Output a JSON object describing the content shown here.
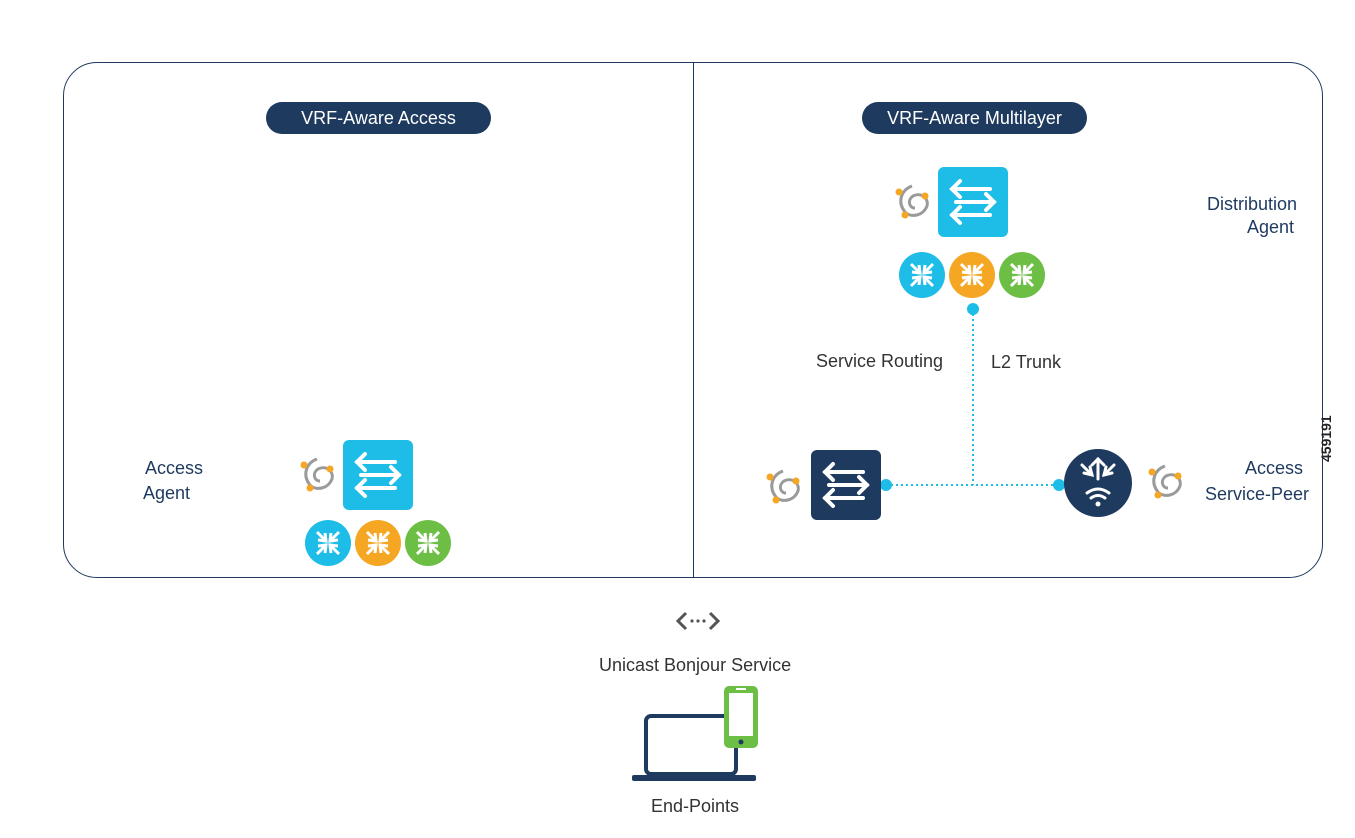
{
  "left_panel": {
    "title": "VRF-Aware Access",
    "agent_label_line1": "Access",
    "agent_label_line2": "Agent"
  },
  "right_panel": {
    "title": "VRF-Aware Multilayer",
    "distribution_label_line1": "Distribution",
    "distribution_label_line2": "Agent",
    "service_routing_label": "Service Routing",
    "l2_trunk_label": "L2 Trunk",
    "service_peer_label_line1": "Access",
    "service_peer_label_line2": "Service-Peer"
  },
  "bottom": {
    "unicast_label": "Unicast Bonjour Service",
    "endpoints_label": "End-Points"
  },
  "figure_id": "459191",
  "icons": {
    "switch": "layer3-switch-icon",
    "bonjour": "bonjour-agent-icon",
    "service_policy": "service-policy-circle-icon",
    "wireless_router": "wireless-router-icon",
    "endpoints": "laptop-and-phone-icon",
    "bidirectional": "bidirectional-arrow-icon"
  },
  "colors": {
    "navy": "#1e3a5f",
    "cyan": "#1ebde8",
    "orange": "#f5a623",
    "green": "#6dbe45",
    "gray": "#9a9a9a"
  }
}
